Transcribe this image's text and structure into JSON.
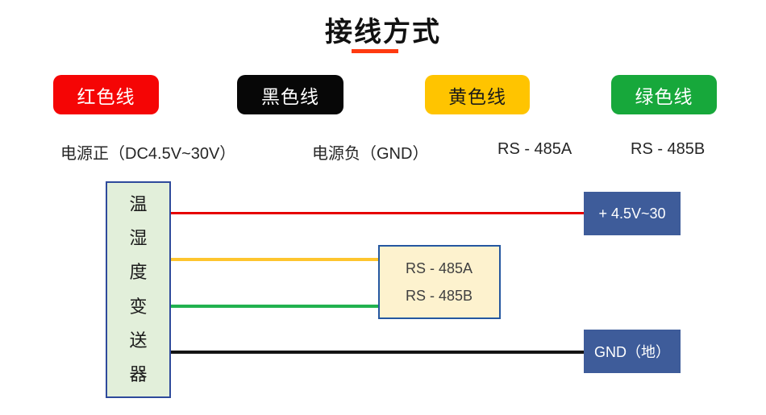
{
  "page": {
    "title": "接线方式",
    "accent_underline_color": "#ff3a10",
    "background": "#ffffff"
  },
  "legend": {
    "items": [
      {
        "label": "红色线",
        "chip_color": "#f50505",
        "label_color": "#ffffff",
        "desc": "电源正（DC4.5V~30V）"
      },
      {
        "label": "黑色线",
        "chip_color": "#070707",
        "label_color": "#ffffff",
        "desc": "电源负（GND）"
      },
      {
        "label": "黄色线",
        "chip_color": "#ffc400",
        "label_color": "#1a1a1a",
        "desc": "RS - 485A"
      },
      {
        "label": "绿色线",
        "chip_color": "#17a83b",
        "label_color": "#ffffff",
        "desc": "RS - 485B"
      }
    ]
  },
  "diagram": {
    "device": {
      "label": "温湿度变送器",
      "chars": [
        "温",
        "湿",
        "度",
        "变",
        "送",
        "器"
      ],
      "fill": "#e2efda",
      "border_color": "#2e4a9b"
    },
    "wires": [
      {
        "name": "red-wire",
        "color": "#e60000",
        "connects_to": "+ 4.5V~30"
      },
      {
        "name": "yellow-wire",
        "color": "#fec52e",
        "connects_to": "RS - 485A"
      },
      {
        "name": "green-wire",
        "color": "#21b24f",
        "connects_to": "RS - 485B"
      },
      {
        "name": "black-wire",
        "color": "#141414",
        "connects_to": "GND（地）"
      }
    ],
    "terminals": {
      "power": {
        "label": "+ 4.5V~30",
        "fill": "#3e5c9a",
        "text_color": "#ffffff"
      },
      "rs485": {
        "lines": [
          "RS - 485A",
          "RS - 485B"
        ],
        "fill": "#fdf2ce",
        "border_color": "#2457a0",
        "text_color": "#404040"
      },
      "ground": {
        "label": "GND（地）",
        "fill": "#3e5c9a",
        "text_color": "#ffffff"
      }
    }
  }
}
